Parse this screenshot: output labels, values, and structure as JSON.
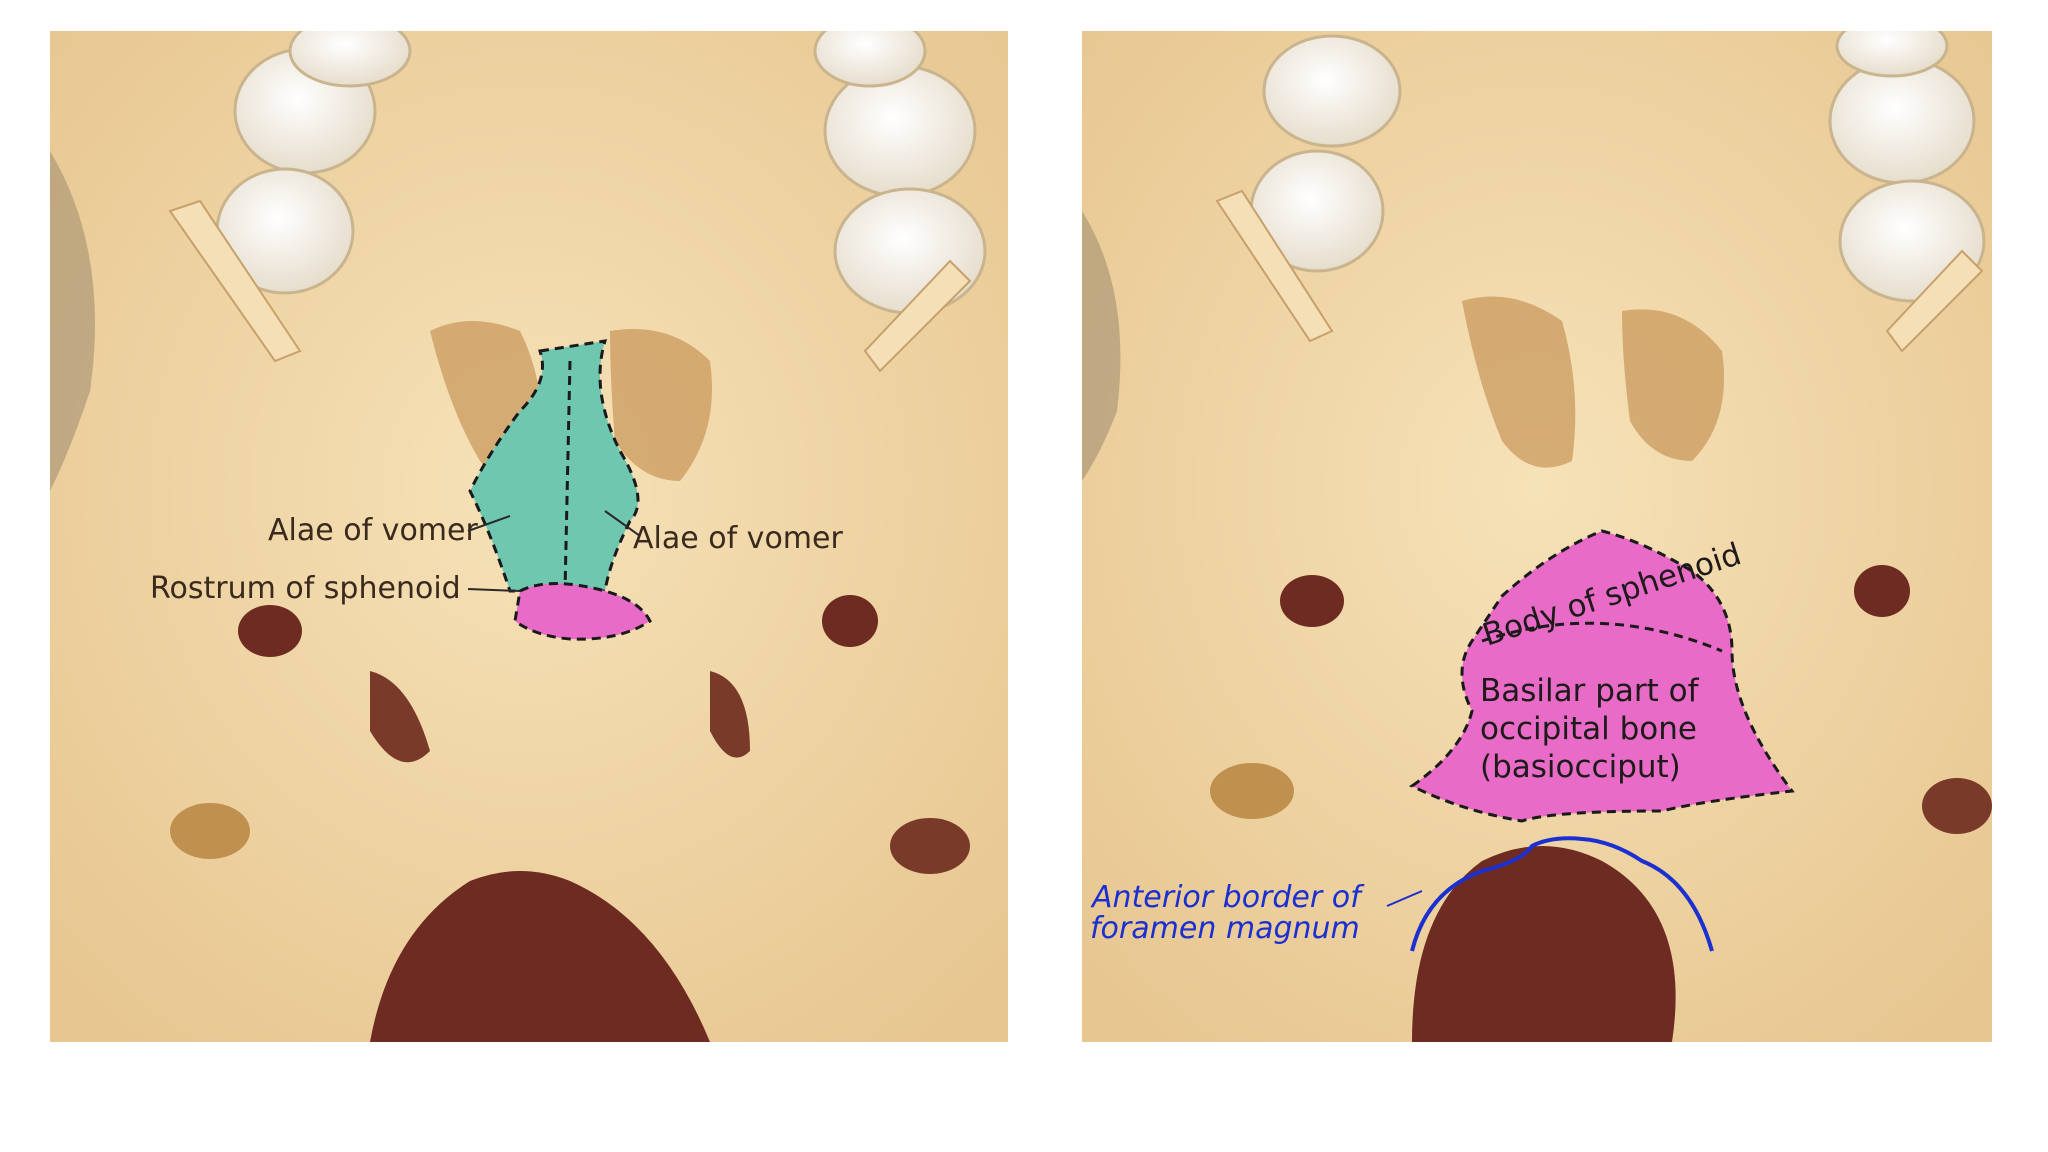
{
  "colors": {
    "bone": "#f1d9aa",
    "bone_shadow": "#d8b27a",
    "cavity": "#6e2b22",
    "vomer_fill": "#6fc7b0",
    "sphenoid_fill": "#e86bc8",
    "border_line": "#1c2fd0"
  },
  "icons": [
    "skull-base-illustration-left",
    "skull-base-illustration-right"
  ],
  "left_panel": {
    "label_alae_left": "Alae of vomer",
    "label_alae_right": "Alae of vomer",
    "label_rostrum": "Rostrum of sphenoid"
  },
  "right_panel": {
    "label_body": "Body of sphenoid",
    "label_basilar_line1": "Basilar part of",
    "label_basilar_line2": "occipital bone",
    "label_basilar_line3": "(basiocciput)",
    "label_foramen_line1": "Anterior border of",
    "label_foramen_line2": "foramen magnum"
  }
}
